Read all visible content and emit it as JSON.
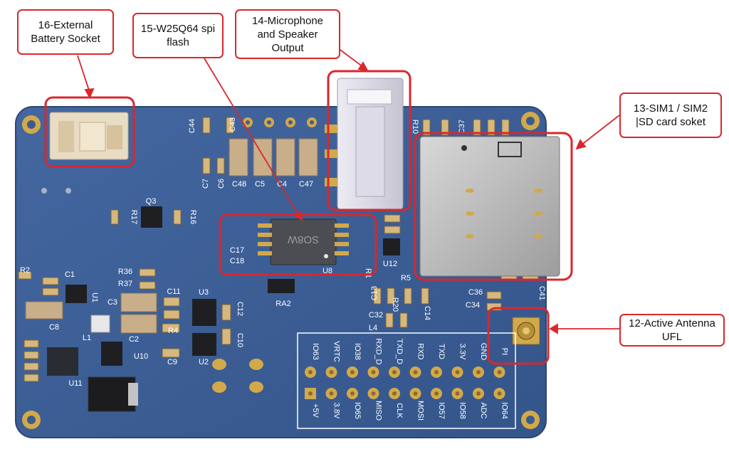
{
  "callouts": {
    "ext_battery": "16-External\nBattery Socket",
    "spi_flash": "15-W25Q64 spi\nflash",
    "mic_speaker": "14-Microphone\nand Speaker\nOutput",
    "sim_sd": "13-SIM1 / SIM2\n|SD card soket",
    "antenna": "12-Active Antenna\nUFL"
  },
  "pcb": {
    "component_labels": [
      "C44",
      "C43",
      "C7",
      "C6",
      "C48",
      "C5",
      "C4",
      "C47",
      "R10",
      "C37",
      "Q3",
      "R17",
      "R16",
      "C17",
      "C18",
      "U8",
      "R1",
      "U12",
      "C1",
      "R5",
      "R2",
      "C36",
      "C34",
      "R36",
      "R37",
      "C11",
      "U3",
      "C12",
      "C13",
      "R20",
      "C14",
      "C32",
      "L4",
      "C8",
      "U1",
      "C3",
      "C2",
      "R4",
      "C10",
      "C9",
      "U2",
      "L1",
      "U10",
      "U11",
      "RA2",
      "C41"
    ],
    "chip_marking": "SO8W",
    "pin_header_top": [
      "IO63",
      "VRTC",
      "IO38",
      "RXD_D",
      "TXD_D",
      "RXD",
      "TXD",
      "3.3V",
      "GND",
      "PI"
    ],
    "pin_header_bottom": [
      "+5V",
      "3.8V",
      "IO65",
      "MISO",
      "CLK",
      "MOSI",
      "IO57",
      "IO58",
      "ADC",
      "IO64"
    ]
  },
  "colors": {
    "board": "#3d5f93",
    "board_dark": "#2f4c7c",
    "highlight": "#d9272d",
    "pad": "#d2a94a",
    "silkscreen": "#ffffff"
  }
}
